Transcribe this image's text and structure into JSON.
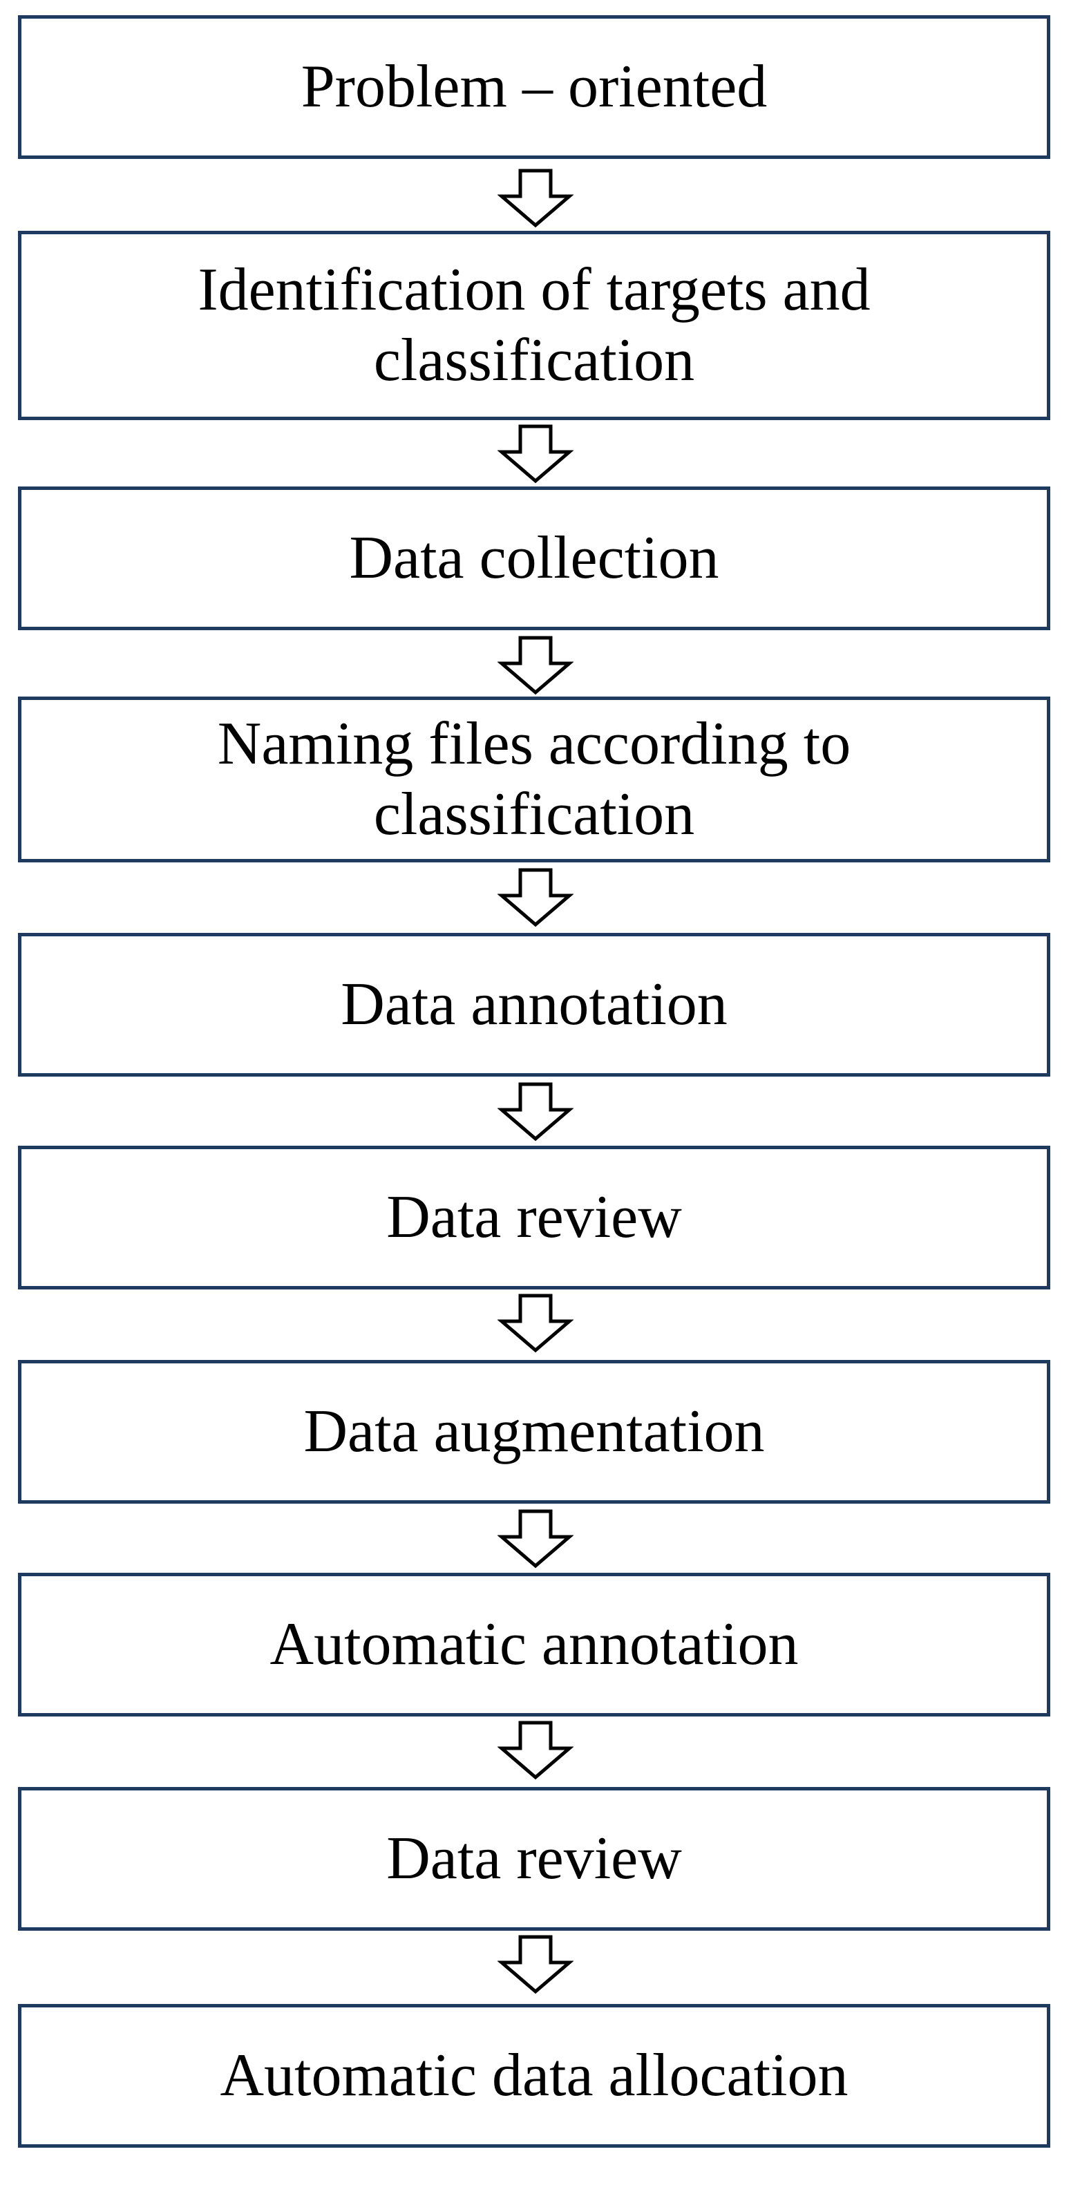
{
  "colors": {
    "box_border": "#1f3a5f",
    "arrow_stroke": "#000000",
    "text": "#000000",
    "background": "#ffffff"
  },
  "steps": [
    {
      "label": "Problem – oriented"
    },
    {
      "label": "Identification of targets and classification"
    },
    {
      "label": "Data collection"
    },
    {
      "label": "Naming files according to classification"
    },
    {
      "label": "Data annotation"
    },
    {
      "label": "Data review"
    },
    {
      "label": "Data augmentation"
    },
    {
      "label": "Automatic annotation"
    },
    {
      "label": "Data review"
    },
    {
      "label": "Automatic data allocation"
    }
  ],
  "connector_icon": "down-hollow-arrow-icon"
}
